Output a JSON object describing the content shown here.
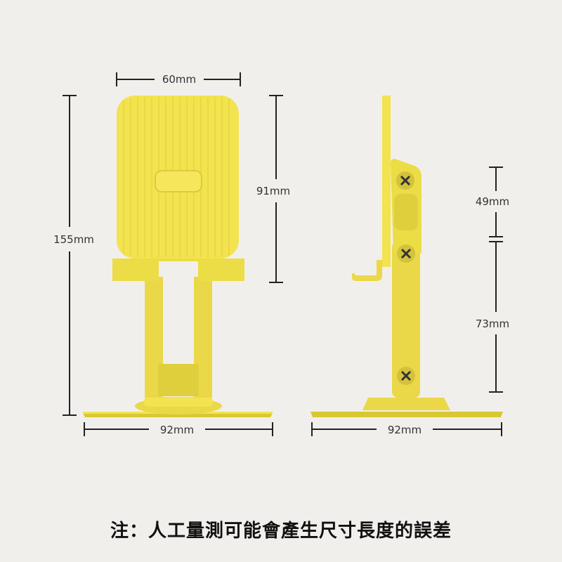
{
  "front_view": {
    "width_top": "60mm",
    "total_height": "155mm",
    "plate_height": "91mm",
    "base_width": "92mm"
  },
  "side_view": {
    "upper_arm": "49mm",
    "lower_arm": "73mm",
    "base_width": "92mm"
  },
  "note": "注：人工量測可能會產生尺寸長度的誤差",
  "colors": {
    "stand_yellow": "#f3e34f",
    "stand_shadow": "#d9c832",
    "dimension_line": "#222222",
    "background": "#f1efec"
  }
}
